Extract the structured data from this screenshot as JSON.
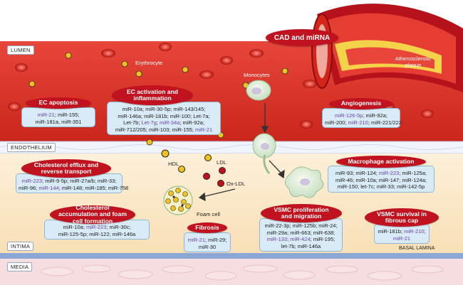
{
  "title": "CAD and miRNA",
  "layers": {
    "lumen": "LUMEN",
    "endothelium": "ENDOTHELIUM",
    "intima": "INTIMA",
    "media": "MEDIA",
    "basal_lamina": "BASAL LAMINA"
  },
  "labels": {
    "erythrocyte": "Erythrocyte",
    "monocytes": "Monocytes",
    "atherosclerotic_plaque": "Atherosclerotic plaque",
    "hdl": "HDL",
    "ldl": "LDL",
    "ox_ldl": "Ox-LDL",
    "foam_cell": "Foam cell"
  },
  "panels": {
    "ec_apoptosis": {
      "title": "EC apoptosis",
      "lines": [
        [
          {
            "t": "miR-21",
            "hl": true
          },
          {
            "t": "; miR-155;",
            "hl": false
          }
        ],
        [
          {
            "t": "miR-181a, miR-351",
            "hl": false
          }
        ]
      ]
    },
    "ec_activation": {
      "title": "EC activation and inflammation",
      "lines": [
        [
          {
            "t": "miR-10a; miR-30-5p; miR-143/145;",
            "hl": false
          }
        ],
        [
          {
            "t": "miR-146a; miR-181b; miR-100; Let-7a;",
            "hl": false
          }
        ],
        [
          {
            "t": "Let-7b; ",
            "hl": false
          },
          {
            "t": "Let-7g",
            "hl": true
          },
          {
            "t": "; ",
            "hl": false
          },
          {
            "t": "miR-34a",
            "hl": true
          },
          {
            "t": "; miR-92a;",
            "hl": false
          }
        ],
        [
          {
            "t": "miR-712/205; miR-103; miR-155; ",
            "hl": false
          },
          {
            "t": "miR-21",
            "hl": true
          }
        ]
      ]
    },
    "angiogenesis": {
      "title": "Angiogenesis",
      "lines": [
        [
          {
            "t": "miR-126-5p",
            "hl": true
          },
          {
            "t": "; miR-92a;",
            "hl": false
          }
        ],
        [
          {
            "t": "miR-200; ",
            "hl": false
          },
          {
            "t": "miR-210",
            "hl": true
          },
          {
            "t": "; miR-221/222",
            "hl": false
          }
        ]
      ]
    },
    "cholesterol_efflux": {
      "title": "Cholesterol efflux and reverse transport",
      "lines": [
        [
          {
            "t": "miR-223",
            "hl": true
          },
          {
            "t": "; miR-9-5p; miR-27a/b; miR-33;",
            "hl": false
          }
        ],
        [
          {
            "t": "miR-96; ",
            "hl": false
          },
          {
            "t": "miR-144",
            "hl": true
          },
          {
            "t": "; miR-148; miR-185; miR-758",
            "hl": false
          }
        ]
      ]
    },
    "macrophage_activation": {
      "title": "Macrophage activation",
      "lines": [
        [
          {
            "t": "miR-93; miR-124; ",
            "hl": false
          },
          {
            "t": "miR-223",
            "hl": true
          },
          {
            "t": "; miR-125a;",
            "hl": false
          }
        ],
        [
          {
            "t": "miR-46; miR-10a; miR-147; miR-124a;",
            "hl": false
          }
        ],
        [
          {
            "t": "miR-150; let-7c; miR-33; miR-142-5p",
            "hl": false
          }
        ]
      ]
    },
    "cholesterol_accumulation": {
      "title": "Cholesterol accumulation and foam cell formation",
      "lines": [
        [
          {
            "t": "miR-10a; ",
            "hl": false
          },
          {
            "t": "miR-223",
            "hl": true
          },
          {
            "t": "; miR-30c;",
            "hl": false
          }
        ],
        [
          {
            "t": "miR-125-5p; miR-122; miR-146a",
            "hl": false
          }
        ]
      ]
    },
    "fibrosis": {
      "title": "Fibrosis",
      "lines": [
        [
          {
            "t": "miR-21",
            "hl": true
          },
          {
            "t": "; miR-29;",
            "hl": false
          }
        ],
        [
          {
            "t": "miR-30",
            "hl": false
          }
        ]
      ]
    },
    "vsmc_proliferation": {
      "title": "VSMC proliferation and migration",
      "lines": [
        [
          {
            "t": "miR-22-3p; miR-125b; miR-24;",
            "hl": false
          }
        ],
        [
          {
            "t": "miR-29a; miR-663; miR-638;",
            "hl": false
          }
        ],
        [
          {
            "t": "miR-133",
            "hl": true
          },
          {
            "t": "; ",
            "hl": false
          },
          {
            "t": "miR-424",
            "hl": true
          },
          {
            "t": "; miR-195;",
            "hl": false
          }
        ],
        [
          {
            "t": "let-7b; miR-146a",
            "hl": false
          }
        ]
      ]
    },
    "vsmc_survival": {
      "title": "VSMC survival in fibrous cap",
      "lines": [
        [
          {
            "t": "miR-181b; ",
            "hl": false
          },
          {
            "t": "miR-210",
            "hl": true
          },
          {
            "t": ";",
            "hl": false
          }
        ],
        [
          {
            "t": "miR-21",
            "hl": true
          }
        ]
      ]
    }
  },
  "colors": {
    "pill_red": "#c1121f",
    "box_fill": "#d8ebf7",
    "highlight_mirna": "#6b3fa0",
    "lumen_red": "#d9352a",
    "intima_cream": "#fbe7c9",
    "media_pink": "#f6dde0"
  }
}
